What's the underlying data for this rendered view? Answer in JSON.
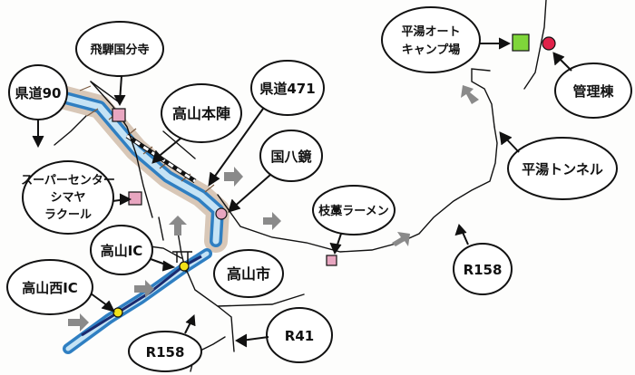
{
  "map": {
    "labels": {
      "kendo90": "県道90",
      "hida_kokubunji": "飛騨国分寺",
      "takayama_honjin": "高山本陣",
      "kendo471": "県道471",
      "kokuhachi_kagami": "国八鏡",
      "supercenter_line1": "スーパーセンター",
      "supercenter_line2": "シマヤ",
      "supercenter_line3": "ラクール",
      "takayama_ic": "高山IC",
      "takayama_nishi_ic": "高山西IC",
      "takayama_city": "高山市",
      "r41": "R41",
      "r158_bottom": "R158",
      "edakura_ramen": "枝藁ラーメン",
      "r158_right": "R158",
      "hirayu_tunnel": "平湯トンネル",
      "camp_line1": "平湯オート",
      "camp_line2": "キャンプ場",
      "kanritou": "管理棟"
    },
    "colors": {
      "river": "#2f7fc2",
      "river_light": "#c5e3f5",
      "embankment": "#b99a7e",
      "marker_pink": "#e8a6c0",
      "marker_green": "#7fd63a",
      "marker_red": "#e0224a",
      "marker_yellow": "#f1e21a",
      "arrow_gray": "#8a8a8a"
    }
  }
}
